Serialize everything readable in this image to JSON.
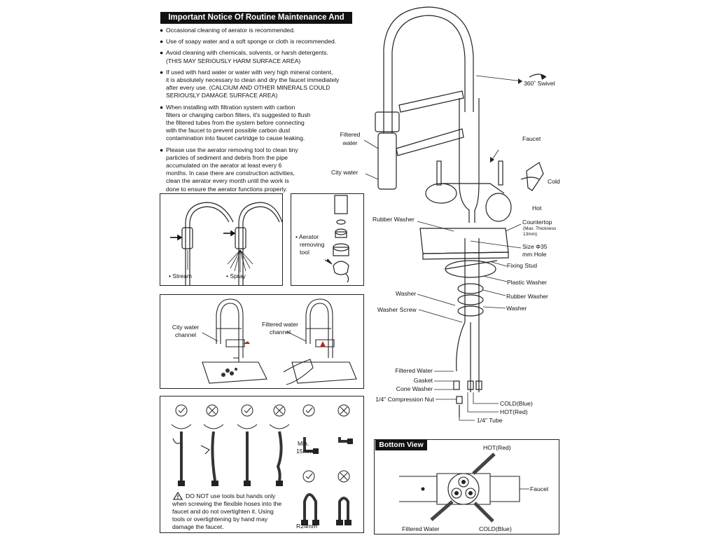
{
  "notice": {
    "title": "Important Notice Of Routine Maintenance And Care",
    "bullet": "●",
    "items": [
      {
        "lines": [
          "Occasional cleaning of aerator is recommended."
        ]
      },
      {
        "lines": [
          "Use of soapy water and a soft sponge or cloth is recommended."
        ]
      },
      {
        "lines": [
          "Avoid cleaning with chemicals, solvents, or harsh detergents.",
          "(THIS MAY SERIOUSLY HARM SURFACE AREA)"
        ]
      },
      {
        "lines": [
          "If used with hard water or water with very high mineral content,",
          "it is absolutely necessary to clean and dry the faucet immediately",
          "after every use. (CALCIUM AND OTHER MINERALS COULD",
          "SERIOUSLY DAMAGE SURFACE AREA)"
        ]
      },
      {
        "lines": [
          "When installing with filtration system with carbon",
          "filters or changing carbon filters, it's suggested to flush",
          "the filtered tubes from the system before connecting",
          "with the faucet to prevent possible carbon dust",
          "contamination into faucet cartridge to cause leaking."
        ]
      },
      {
        "lines": [
          "Please use the aerator removing tool to clean tiny",
          "particles of sediment and debris from the pipe",
          "accumulated on the aerator at least every 6",
          "months. In case there are construction activities,",
          "clean the aerator every month until the work is",
          "done to ensure the aerator functions properly."
        ]
      }
    ]
  },
  "spray_modes": {
    "stream": "• Stream",
    "spray": "• Spray"
  },
  "aerator_tool": {
    "lines": [
      "• Aerator",
      "removing",
      "tool"
    ]
  },
  "channels": {
    "city": [
      "City water",
      "channel"
    ],
    "filtered": [
      "Filtered water",
      "channel"
    ]
  },
  "hose_warning": {
    "min_label": [
      "Min.",
      "15mm"
    ],
    "radius_label": "R24mm",
    "warning_icon": "warning-triangle-icon",
    "lines": [
      "DO NOT use tools but hands only",
      "when screwing the flexible hoses into the",
      "faucet and do not overtighten it. Using",
      "tools or overtightening by hand may",
      "damage the faucet."
    ]
  },
  "faucet_labels": {
    "swivel": "360˚ Swivel",
    "filtered_water": [
      "Filtered",
      "water"
    ],
    "city_water": "City water",
    "faucet": "Faucet",
    "cold": "Cold",
    "hot": "Hot",
    "rubber_washer_top": "Rubber Washer",
    "countertop": "Countertop",
    "countertop_note": [
      "(Max. Thickness",
      "13mm)"
    ],
    "hole_size": [
      "Size Φ35",
      "mm Hole"
    ],
    "fixing_stud": "Fixing Stud",
    "plastic_washer": "Plastic Washer",
    "rubber_washer": "Rubber Washer",
    "washer_left": "Washer",
    "washer_right": "Washer",
    "washer_screw": "Washer Screw",
    "filtered_water_tube": "Filtered Water",
    "gasket": "Gasket",
    "cone_washer": "Cone Washer",
    "compression_nut": "1/4\" Compression Nut",
    "cold_blue": "COLD(Blue)",
    "hot_red": "HOT(Red)",
    "tube": "1/4\" Tube"
  },
  "bottom_view": {
    "title": "Bottom View",
    "hot": "HOT(Red)",
    "faucet": "Faucet",
    "filtered_water": "Filtered Water",
    "cold": "COLD(Blue)"
  }
}
